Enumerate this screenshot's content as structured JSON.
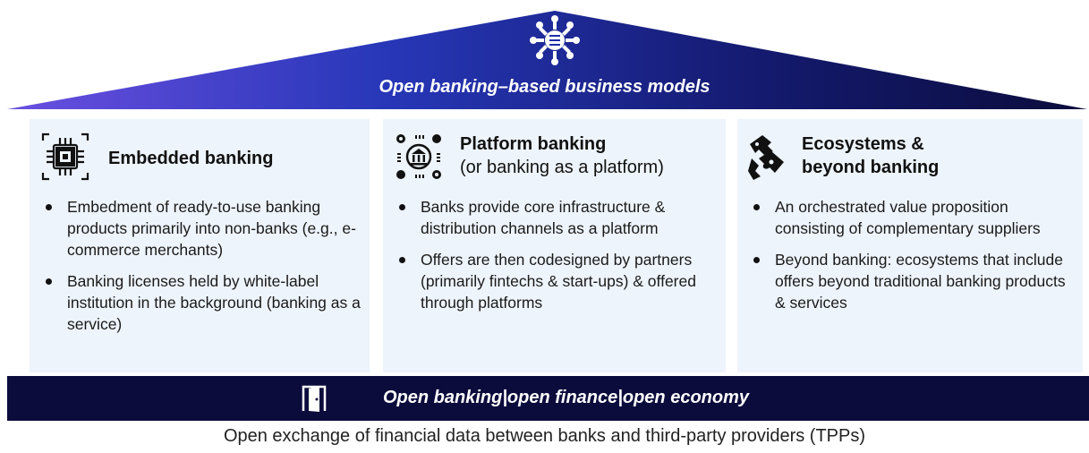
{
  "roof": {
    "title": "Open banking–based business models",
    "icon": "network-hub-icon",
    "gradient": [
      "#5b3fd6",
      "#1f2ea8",
      "#0b0c3c"
    ]
  },
  "pillars": [
    {
      "icon": "chip-icon",
      "title_bold": "Embedded banking",
      "title_regular": "",
      "bullets": [
        "Embedment of ready-to-use banking products primarily into non-banks (e.g., e-commerce merchants)",
        "Banking licenses held by white-label institution in the background (banking as a service)"
      ]
    },
    {
      "icon": "bank-platform-icon",
      "title_bold": "Platform banking",
      "title_regular": "(or banking as a platform)",
      "bullets": [
        "Banks provide core infrastructure & distribution channels as a platform",
        "Offers are then codesigned by partners (primarily fintechs & start-ups) & offered through platforms"
      ]
    },
    {
      "icon": "puzzle-ecosystem-icon",
      "title_bold_line1": "Ecosystems &",
      "title_bold_line2": "beyond banking",
      "bullets": [
        "An orchestrated value proposition consisting of complementary suppliers",
        "Beyond banking: ecosystems that include offers beyond traditional banking products & services"
      ]
    }
  ],
  "base": {
    "icon": "open-door-icon",
    "text": "Open banking|open finance|open economy",
    "color": "#0b0c3c"
  },
  "footer": "Open exchange of financial data between banks and third-party providers (TPPs)"
}
